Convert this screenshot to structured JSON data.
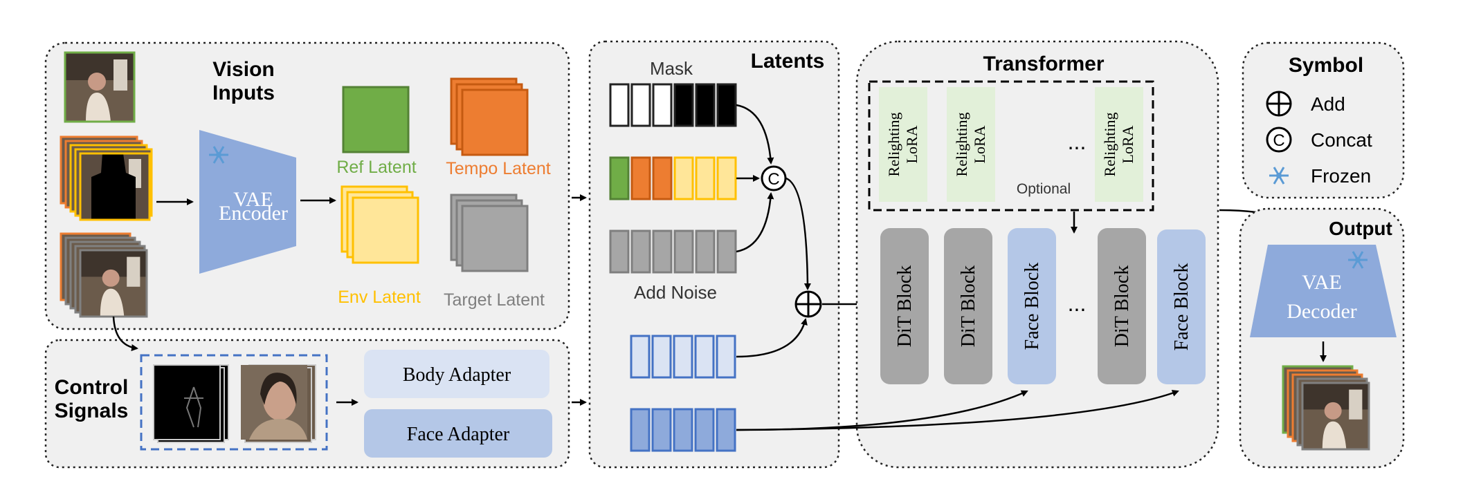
{
  "vision": {
    "title_line1": "Vision",
    "title_line2": "Inputs"
  },
  "vae_encoder": {
    "line1": "VAE",
    "line2": "Encoder"
  },
  "latents_legend": {
    "ref": "Ref Latent",
    "tempo": "Tempo Latent",
    "env": "Env Latent",
    "target": "Target Latent"
  },
  "control": {
    "title_line1": "Control",
    "title_line2": "Signals",
    "body_adapter": "Body Adapter",
    "face_adapter": "Face Adapter"
  },
  "latents": {
    "title": "Latents",
    "mask_label": "Mask",
    "noise_label": "Add Noise",
    "concat_symbol": "C"
  },
  "transformer": {
    "title": "Transformer",
    "lora_line1": "Relighting",
    "lora_line2": "LoRA",
    "optional": "Optional",
    "ellipsis": "...",
    "dit_block": "DiT Block",
    "face_block": "Face Block"
  },
  "symbol": {
    "title": "Symbol",
    "add": "Add",
    "concat": "Concat",
    "concat_symbol": "C",
    "frozen": "Frozen"
  },
  "output": {
    "title": "Output",
    "line1": "VAE",
    "line2": "Decoder"
  },
  "colors": {
    "panel_bg": "#f0f0f0",
    "ref": "#70ad47",
    "tempo": "#ed7d31",
    "env": "#ffc000",
    "env_fill": "#ffe699",
    "target": "#a6a6a6",
    "vae_blue": "#8eaadb",
    "adapter_light": "#dae3f3",
    "adapter_dark": "#b4c7e7",
    "lora_green": "#e2f0d9",
    "block_grey": "#a6a6a6",
    "face_block": "#b4c7e7",
    "dashed_blue": "#4472c4"
  }
}
